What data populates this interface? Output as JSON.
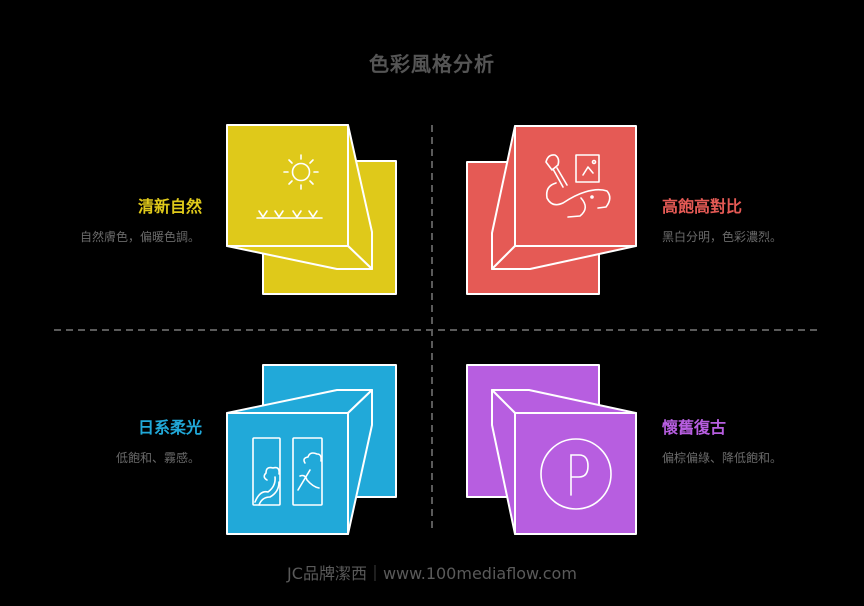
{
  "title": "色彩風格分析",
  "colors": {
    "yellow": "#DFC91A",
    "red": "#E55A55",
    "blue": "#21A9D9",
    "purple": "#B75EE0",
    "divider": "#5A5A5A",
    "outline": "#FFFFFF"
  },
  "quadrants": [
    {
      "position": "top-left",
      "label": "清新自然",
      "description": "自然膚色，偏暖色調。",
      "color": "#DFC91A",
      "icon": "sun-grass-icon"
    },
    {
      "position": "top-right",
      "label": "高飽高對比",
      "description": "黑白分明，色彩濃烈。",
      "color": "#E55A55",
      "icon": "paintbrush-elephant-picture-icon"
    },
    {
      "position": "bottom-left",
      "label": "日系柔光",
      "description": "低飽和、霧感。",
      "color": "#21A9D9",
      "icon": "japanese-panels-icon"
    },
    {
      "position": "bottom-right",
      "label": "懷舊復古",
      "description": "偏棕偏綠、降低飽和。",
      "color": "#B75EE0",
      "icon": "p-circle-icon"
    }
  ],
  "footer": "JC品牌潔西｜www.100mediaflow.com"
}
